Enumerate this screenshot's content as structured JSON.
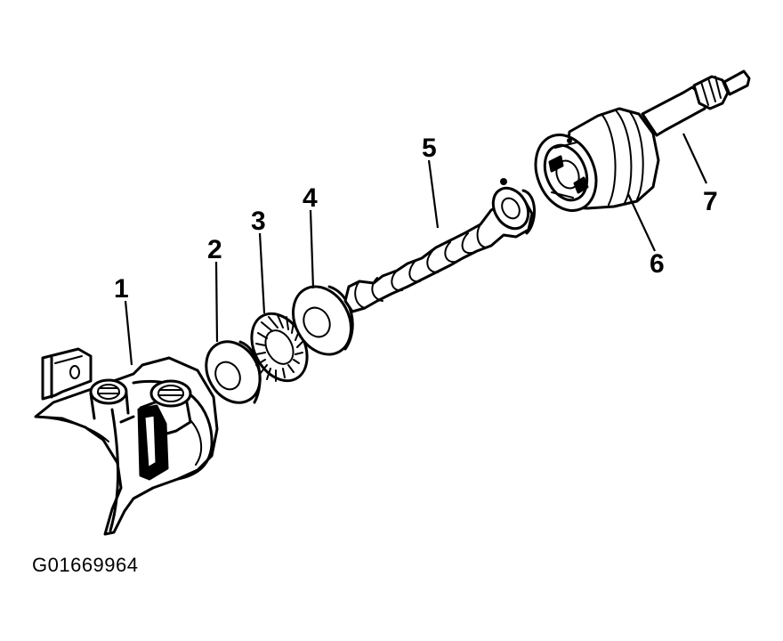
{
  "callouts": {
    "c1": "1",
    "c2": "2",
    "c3": "3",
    "c4": "4",
    "c5": "5",
    "c6": "6",
    "c7": "7"
  },
  "figure_id": "G01669964"
}
